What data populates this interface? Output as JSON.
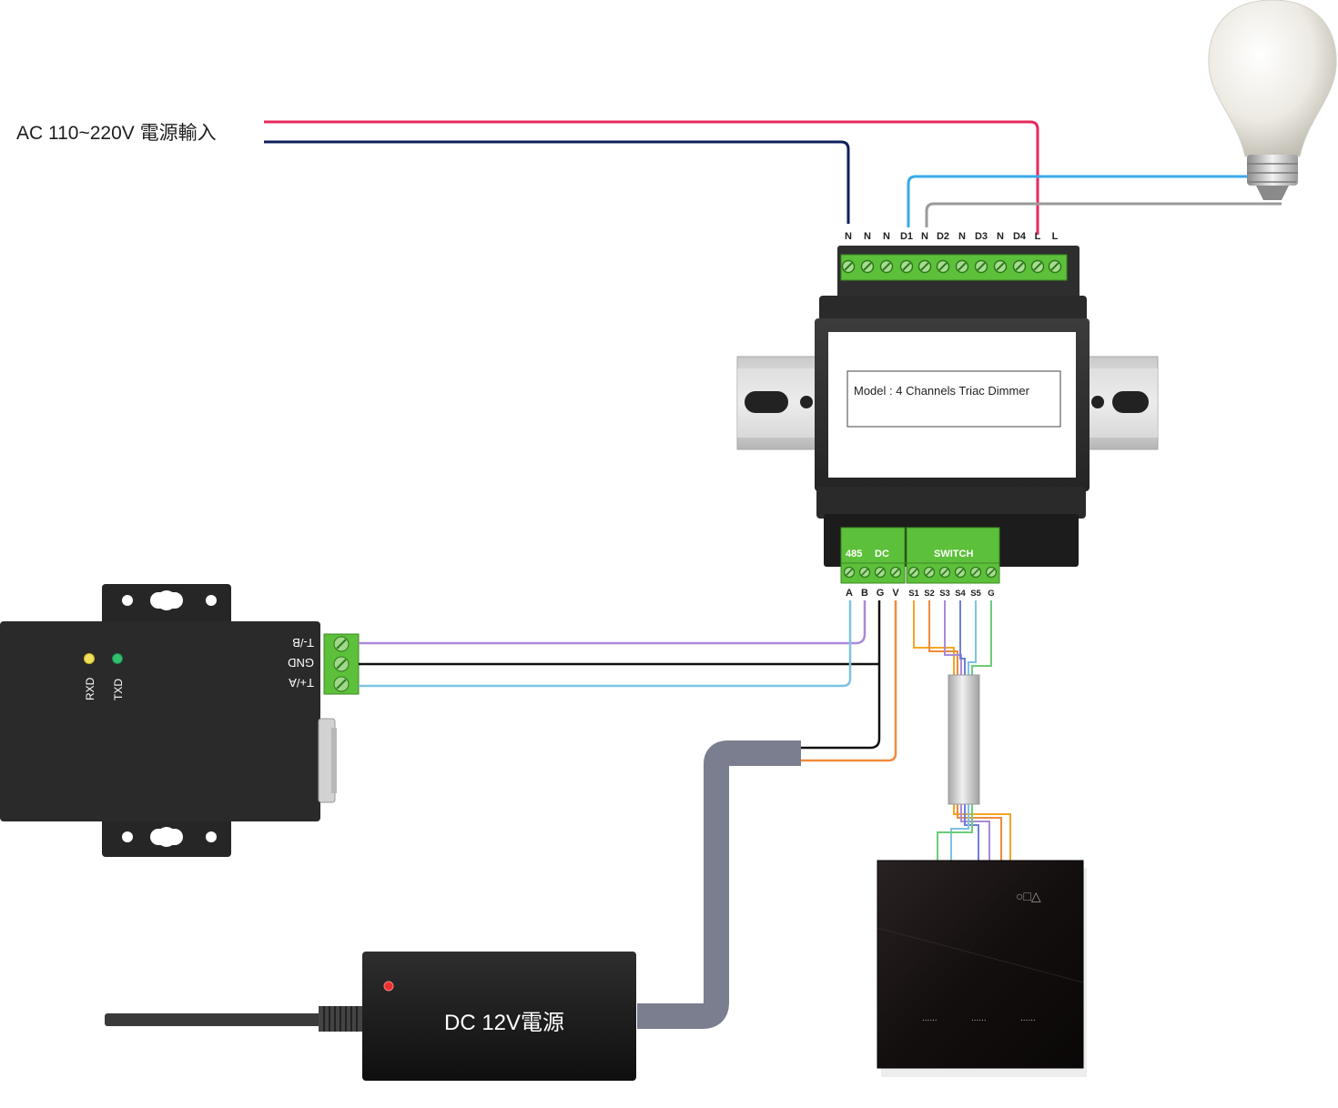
{
  "ac_input": {
    "label": "AC 110~220V 電源輸入"
  },
  "dimmer": {
    "model_label": "Model : 4 Channels Triac Dimmer",
    "top_terminals": [
      "N",
      "N",
      "N",
      "D1",
      "N",
      "D2",
      "N",
      "D3",
      "N",
      "D4",
      "L",
      "L"
    ],
    "group_labels": {
      "rs485": "485",
      "dc": "DC",
      "switch": "SWITCH"
    },
    "bottom_terminals": [
      "A",
      "B",
      "G",
      "V",
      "S1",
      "S2",
      "S3",
      "S4",
      "S5",
      "G"
    ]
  },
  "converter": {
    "leds": [
      "RXD",
      "TXD"
    ],
    "terminals": [
      "T-/B",
      "GND",
      "T+/A"
    ]
  },
  "power_supply": {
    "label": "DC 12V電源"
  },
  "switch_panel": {
    "icons_text": "○□△",
    "key_marks": [
      "......",
      "......",
      "......"
    ]
  },
  "colors": {
    "live": "#e8285c",
    "neutral": "#0f1f5c",
    "load_blue": "#3aaae8",
    "load_gray": "#9a9a9a",
    "terminal_green": "#5cc03a",
    "wire_purple": "#a98ad8",
    "wire_black": "#111111",
    "wire_lightblue": "#7ec3e0",
    "wire_orange": "#f28a3c",
    "cable_gray": "#7a7e8e"
  }
}
